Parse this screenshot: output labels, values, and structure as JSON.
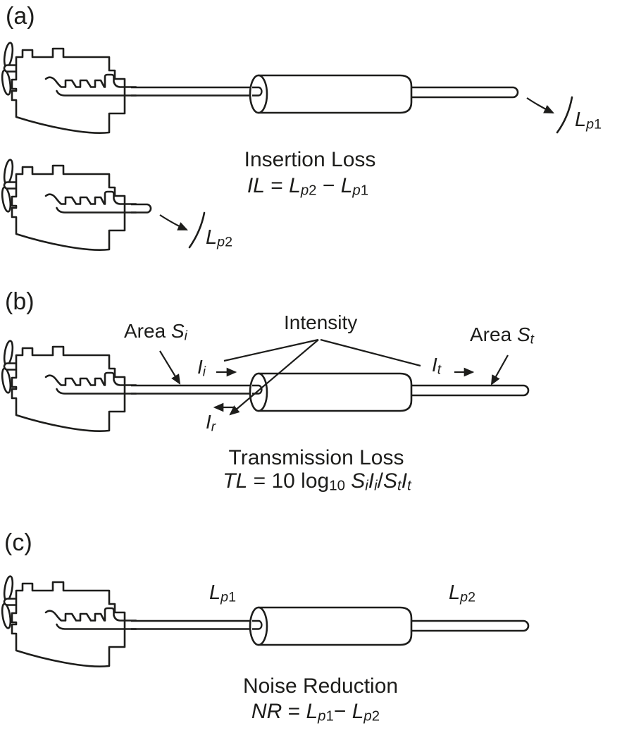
{
  "figure": {
    "description": "Three schematic illustrations of muffler acoustic performance metrics: insertion loss, transmission loss and noise reduction",
    "colors": {
      "ink": "#1d1d1b",
      "background": "#ffffff"
    }
  },
  "sections": {
    "a": {
      "label": "(a)",
      "title": "Insertion Loss",
      "formula": [
        {
          "t": "IL",
          "i": true
        },
        {
          "t": " = "
        },
        {
          "t": "L",
          "i": true
        },
        {
          "t": "p",
          "i": true,
          "sub": true
        },
        {
          "t": "2",
          "sub": true
        },
        {
          "t": " − "
        },
        {
          "t": "L",
          "i": true
        },
        {
          "t": "p",
          "i": true,
          "sub": true
        },
        {
          "t": "1",
          "sub": true
        }
      ],
      "lp1": [
        {
          "t": "L",
          "i": true
        },
        {
          "t": "p",
          "i": true,
          "sub": true
        },
        {
          "t": "1",
          "sub": true
        }
      ],
      "lp2": [
        {
          "t": "L",
          "i": true
        },
        {
          "t": "p",
          "i": true,
          "sub": true
        },
        {
          "t": "2",
          "sub": true
        }
      ]
    },
    "b": {
      "label": "(b)",
      "title": "Transmission Loss",
      "formula": [
        {
          "t": "TL",
          "i": true
        },
        {
          "t": " = 10 log"
        },
        {
          "t": "10",
          "sub": true
        },
        {
          "t": " "
        },
        {
          "t": "S",
          "i": true
        },
        {
          "t": "i",
          "i": true,
          "sub": true
        },
        {
          "t": "I",
          "i": true
        },
        {
          "t": "i",
          "i": true,
          "sub": true
        },
        {
          "t": "/"
        },
        {
          "t": "S",
          "i": true
        },
        {
          "t": "t",
          "i": true,
          "sub": true
        },
        {
          "t": "I",
          "i": true
        },
        {
          "t": "t",
          "i": true,
          "sub": true
        }
      ],
      "area_inlet": [
        {
          "t": "Area "
        },
        {
          "t": "S",
          "i": true
        },
        {
          "t": "i",
          "i": true,
          "sub": true
        }
      ],
      "area_outlet": [
        {
          "t": "Area "
        },
        {
          "t": "S",
          "i": true
        },
        {
          "t": "t",
          "i": true,
          "sub": true
        }
      ],
      "intensity_label": "Intensity",
      "i_incident": [
        {
          "t": "I",
          "i": true
        },
        {
          "t": "i",
          "i": true,
          "sub": true
        }
      ],
      "i_reflected": [
        {
          "t": "I",
          "i": true
        },
        {
          "t": "r",
          "i": true,
          "sub": true
        }
      ],
      "i_transmitted": [
        {
          "t": "I",
          "i": true
        },
        {
          "t": "t",
          "i": true,
          "sub": true
        }
      ]
    },
    "c": {
      "label": "(c)",
      "title": "Noise Reduction",
      "formula": [
        {
          "t": "NR",
          "i": true
        },
        {
          "t": " = "
        },
        {
          "t": "L",
          "i": true
        },
        {
          "t": "p",
          "i": true,
          "sub": true
        },
        {
          "t": "1",
          "sub": true
        },
        {
          "t": "− "
        },
        {
          "t": "L",
          "i": true
        },
        {
          "t": "p",
          "i": true,
          "sub": true
        },
        {
          "t": "2",
          "sub": true
        }
      ],
      "lp1": [
        {
          "t": "L",
          "i": true
        },
        {
          "t": "p",
          "i": true,
          "sub": true
        },
        {
          "t": "1",
          "sub": true
        }
      ],
      "lp2": [
        {
          "t": "L",
          "i": true
        },
        {
          "t": "p",
          "i": true,
          "sub": true
        },
        {
          "t": "2",
          "sub": true
        }
      ]
    }
  }
}
